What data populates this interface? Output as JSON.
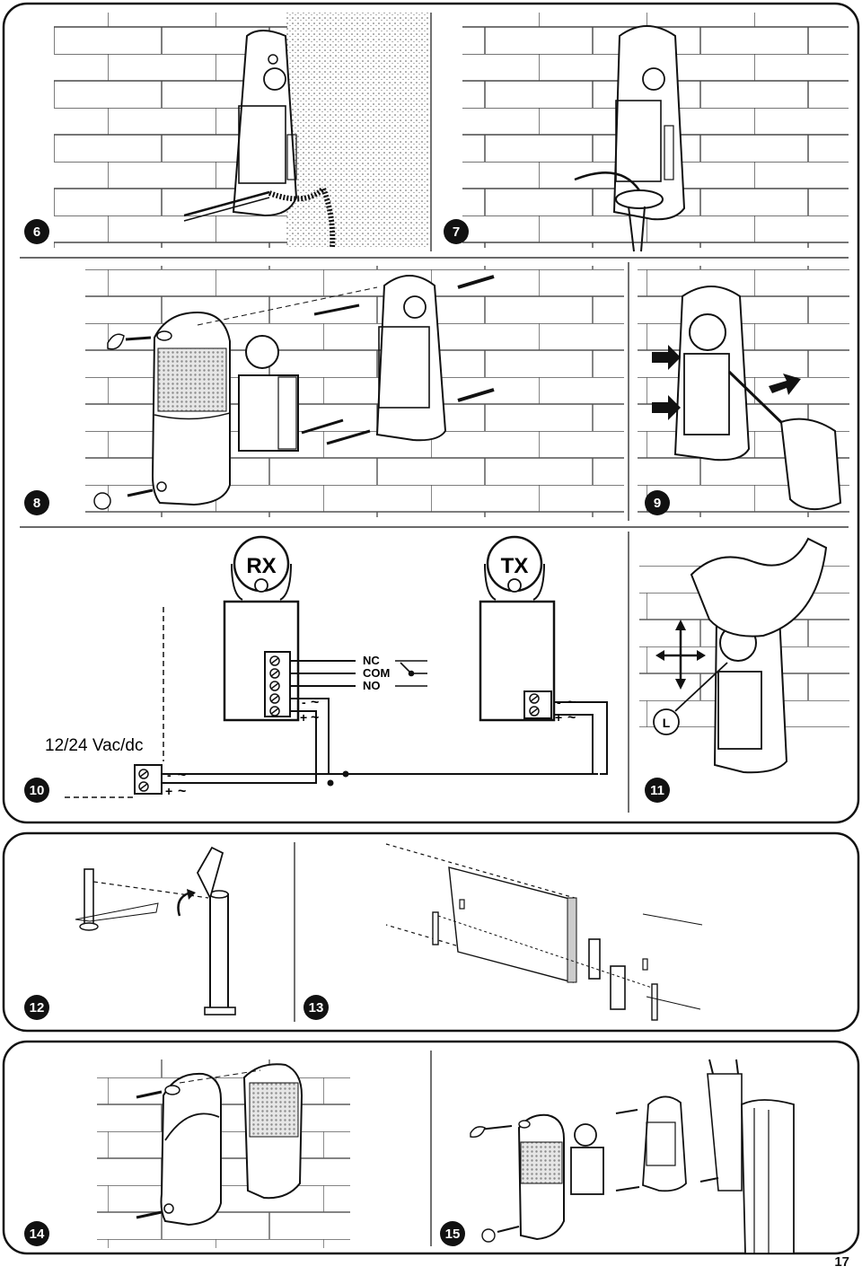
{
  "figures": {
    "fig6": "6",
    "fig7": "7",
    "fig8": "8",
    "fig9": "9",
    "fig10": "10",
    "fig11": "11",
    "fig12": "12",
    "fig13": "13",
    "fig14": "14",
    "fig15": "15"
  },
  "wiring": {
    "rx_label": "RX",
    "tx_label": "TX",
    "nc": "NC",
    "com": "COM",
    "no": "NO",
    "supply": "12/24 Vac/dc",
    "minus": "-",
    "plus": "+",
    "ac": "~",
    "lens_label": "L"
  },
  "page_number": "17"
}
